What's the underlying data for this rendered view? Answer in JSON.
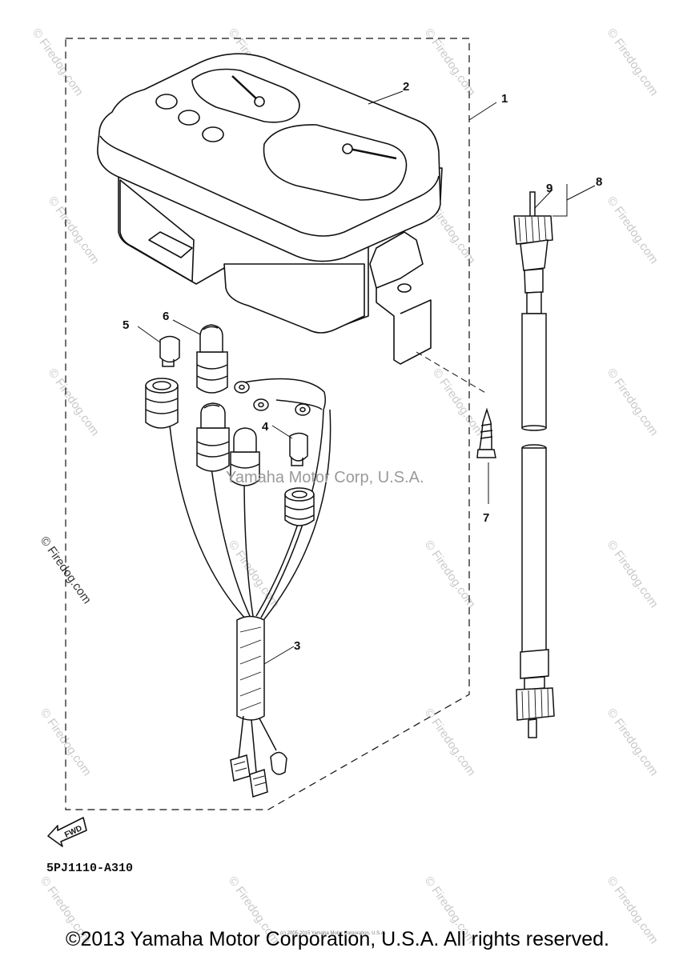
{
  "diagram": {
    "part_code": "5PJ1110-A310",
    "fwd_label": "FWD",
    "center_watermark": "Yamaha Motor Corp, U.S.A.",
    "tiny_copyright": "(c) 2005-2015 Yamaha Motor Corporation, U.S.A.",
    "watermark_text": "© Firedog.com",
    "callouts": {
      "c1": "1",
      "c2": "2",
      "c3": "3",
      "c4": "4",
      "c5": "5",
      "c6": "6",
      "c7": "7",
      "c8": "8",
      "c9": "9"
    }
  },
  "footer": {
    "copyright": "©2013 Yamaha Motor Corporation, U.S.A. All rights reserved."
  }
}
